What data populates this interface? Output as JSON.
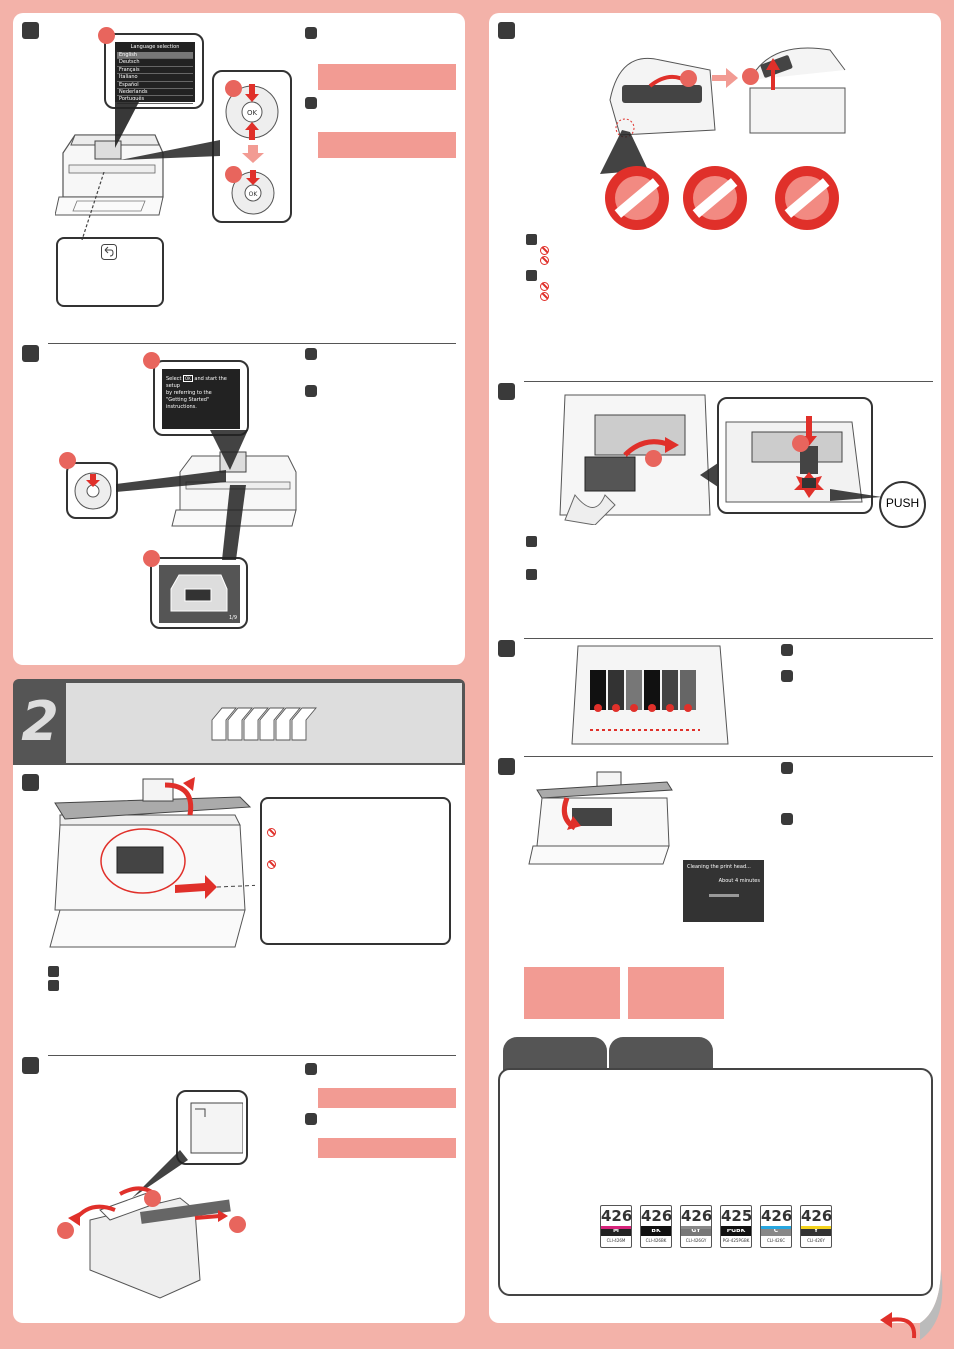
{
  "language_screen": {
    "title": "Language selection",
    "options": [
      "English",
      "Deutsch",
      "Français",
      "Italiano",
      "Español",
      "Nederlands",
      "Português"
    ]
  },
  "setup_screen": {
    "line1_pre": "Select",
    "ok_key": "OK",
    "line1_post": "and start the setup",
    "line2": "by referring to the",
    "line3": "\"Getting Started\" instructions."
  },
  "guide_screen": {
    "page": "1/9"
  },
  "section": {
    "number": "2"
  },
  "cleaning_screen": {
    "title": "Cleaning the print head...",
    "time": "About 4 minutes"
  },
  "push_label": "PUSH",
  "ink_tanks": [
    {
      "number": "426",
      "code": "M",
      "name": "CLI-426M",
      "color": "#d6237a",
      "band": "#222"
    },
    {
      "number": "426",
      "code": "BK",
      "name": "CLI-426BK",
      "color": "#111",
      "band": "#111"
    },
    {
      "number": "426",
      "code": "GY",
      "name": "CLI-426GY",
      "color": "#888",
      "band": "#777"
    },
    {
      "number": "425",
      "code": "PGBK",
      "name": "PGI-425PGBK",
      "color": "#111",
      "band": "#111"
    },
    {
      "number": "426",
      "code": "C",
      "name": "CLI-426C",
      "color": "#27a6df",
      "band": "#888"
    },
    {
      "number": "426",
      "code": "Y",
      "name": "CLI-426Y",
      "color": "#f3d21c",
      "band": "#333"
    }
  ]
}
